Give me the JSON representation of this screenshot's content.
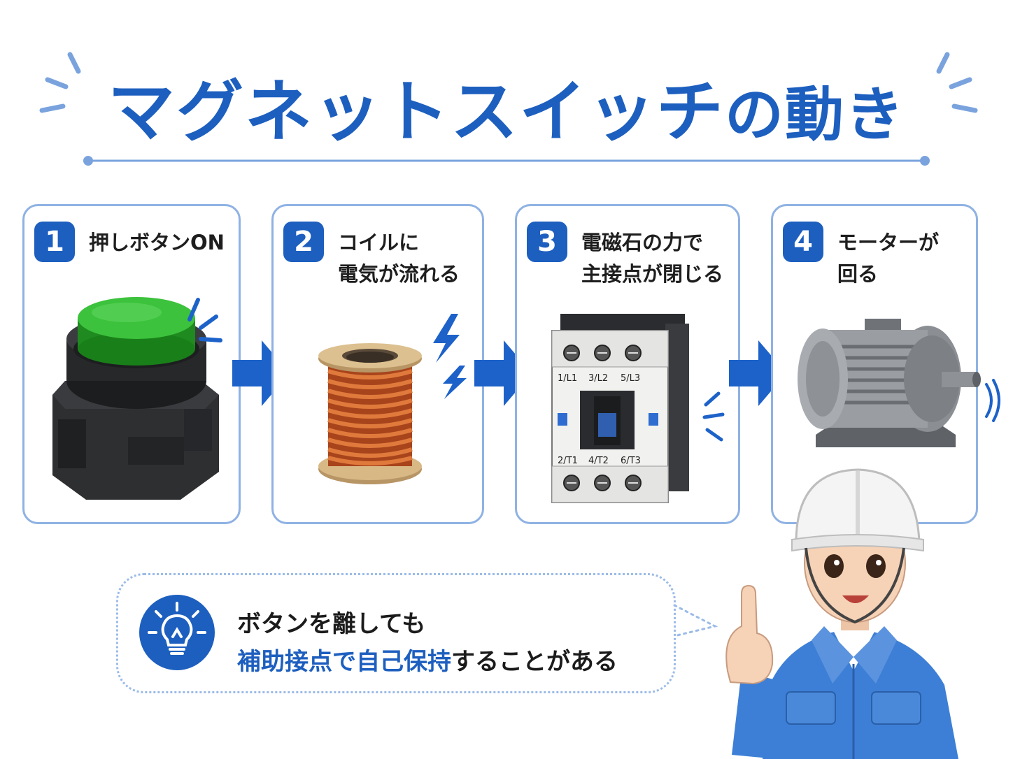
{
  "title": {
    "main": "マグネットスイッチ",
    "tail": "の動き"
  },
  "colors": {
    "accent": "#1d5fbf",
    "border": "#8fb2e3",
    "arrow": "#1d62c9"
  },
  "steps": [
    {
      "number": "1",
      "lines": [
        "押しボタンON"
      ],
      "icon": "push-button-icon"
    },
    {
      "number": "2",
      "lines": [
        "コイルに",
        "電気が流れる"
      ],
      "icon": "coil-icon"
    },
    {
      "number": "3",
      "lines": [
        "電磁石の力で",
        "主接点が閉じる"
      ],
      "icon": "contactor-icon"
    },
    {
      "number": "4",
      "lines": [
        "モーターが",
        "回る"
      ],
      "icon": "motor-icon"
    }
  ],
  "contactor_labels": {
    "top": [
      "1/L1",
      "3/L2",
      "5/L3"
    ],
    "bottom": [
      "2/T1",
      "4/T2",
      "6/T3"
    ]
  },
  "note": {
    "line1": "ボタンを離しても",
    "line2_highlight": "補助接点で自己保持",
    "line2_rest": "することがある",
    "icon": "lightbulb-icon"
  },
  "worker": {
    "icon": "worker-pointing-icon"
  }
}
